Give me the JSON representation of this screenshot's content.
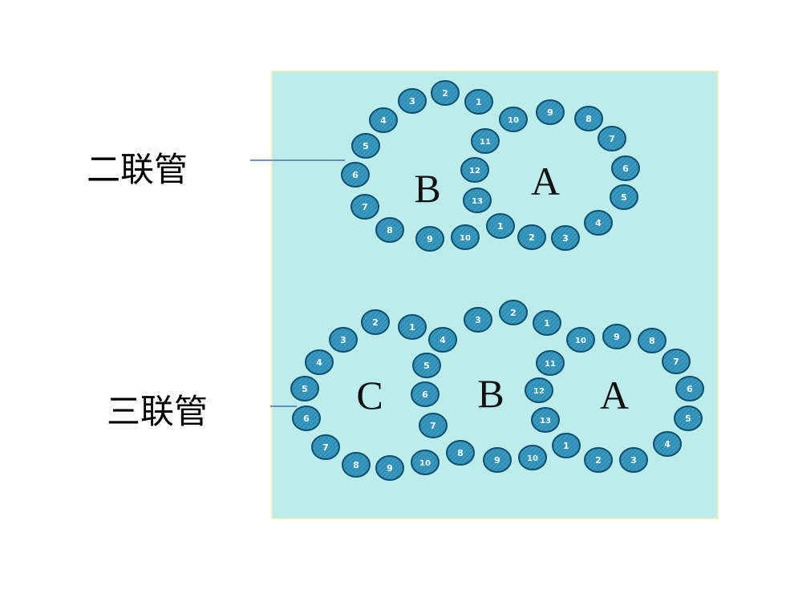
{
  "labels": {
    "doublet": "二联管",
    "triplet": "三联管"
  },
  "colors": {
    "panel_background": "#bdeced",
    "bead_fill": "#2f8fb5",
    "bead_stroke": "#0f4f6e",
    "connector_line": "#4a6fa8"
  },
  "doublet": {
    "tubule_letters": [
      "B",
      "A"
    ],
    "tubule_B_numbers": [
      "1",
      "2",
      "3",
      "4",
      "5",
      "6",
      "7",
      "8",
      "9",
      "10"
    ],
    "tubule_A_numbers": [
      "1",
      "2",
      "3",
      "4",
      "5",
      "6",
      "7",
      "8",
      "9",
      "10",
      "11",
      "12",
      "13"
    ]
  },
  "triplet": {
    "tubule_letters": [
      "C",
      "B",
      "A"
    ],
    "tubule_C_numbers": [
      "1",
      "2",
      "3",
      "4",
      "5",
      "6",
      "7",
      "8",
      "9",
      "10"
    ],
    "tubule_B_numbers": [
      "1",
      "2",
      "3",
      "4",
      "5",
      "6",
      "7",
      "8",
      "9",
      "10"
    ],
    "tubule_A_numbers": [
      "1",
      "2",
      "3",
      "4",
      "5",
      "6",
      "7",
      "8",
      "9",
      "10",
      "11",
      "12",
      "13"
    ]
  }
}
